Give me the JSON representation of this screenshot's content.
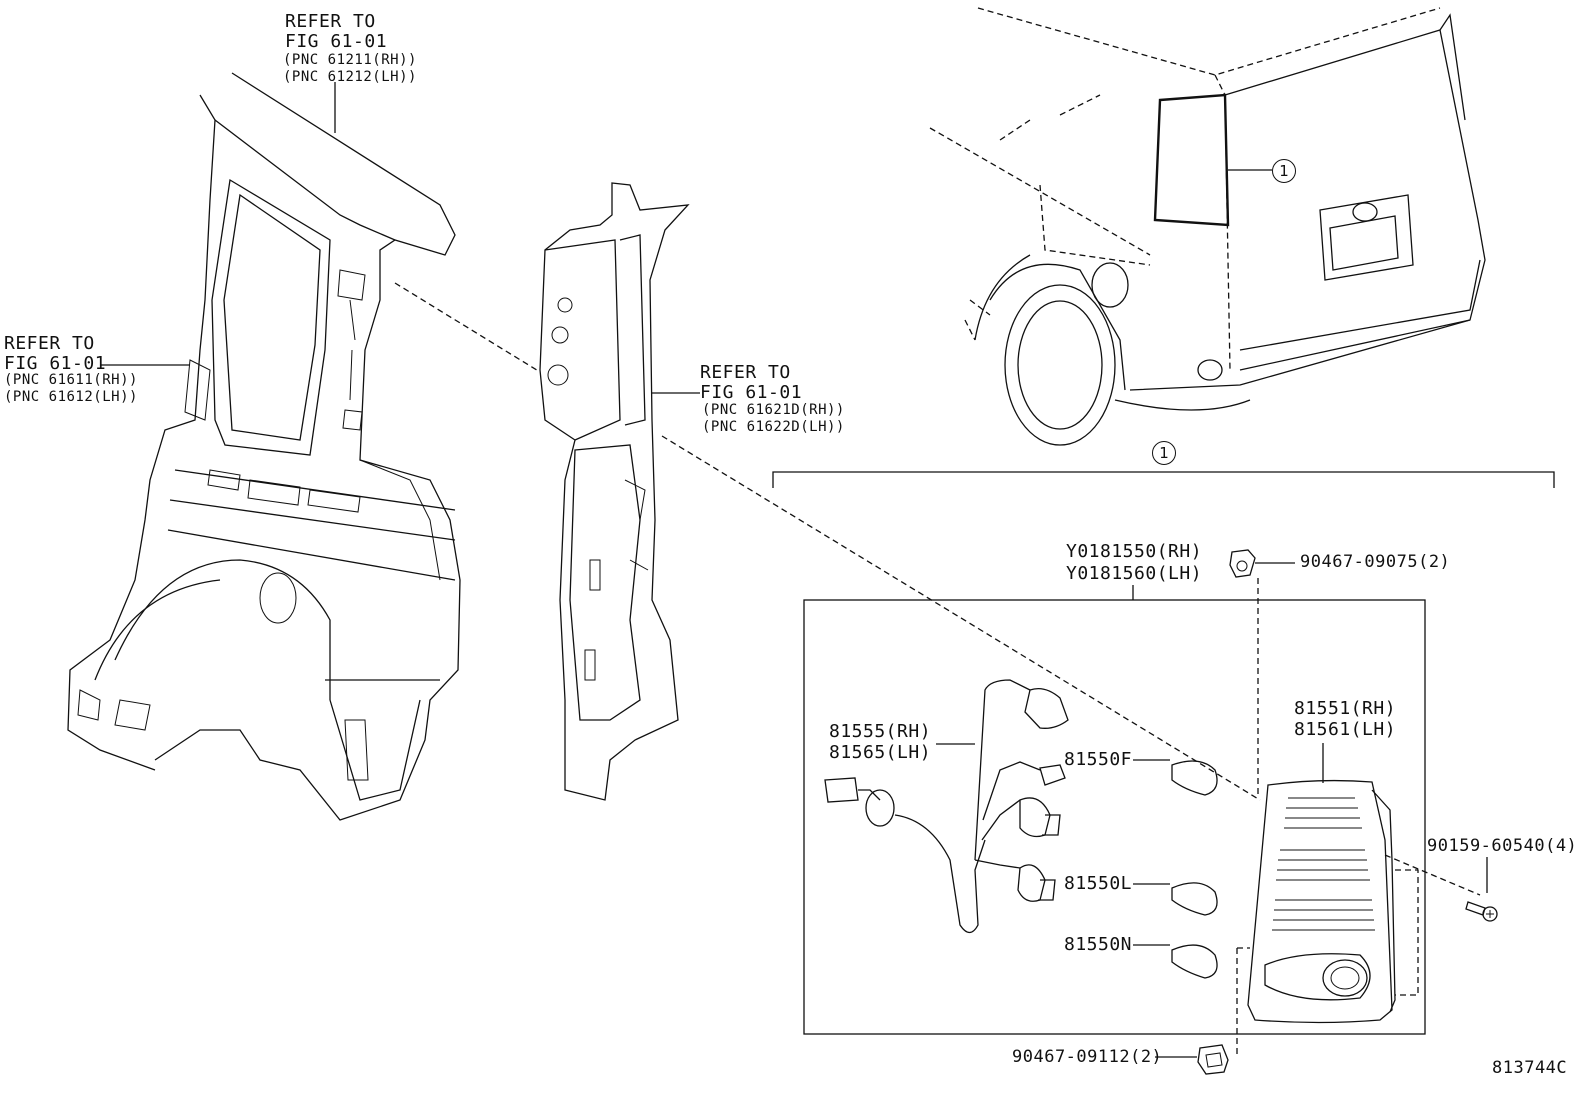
{
  "refs": {
    "roof": {
      "line1": "REFER TO",
      "line2": "FIG 61-01",
      "pnc_a": "(PNC 61211(RH))",
      "pnc_b": "(PNC 61212(LH))"
    },
    "quarter": {
      "line1": "REFER TO",
      "line2": "FIG 61-01",
      "pnc_a": "(PNC 61611(RH))",
      "pnc_b": "(PNC 61612(LH))"
    },
    "pillar": {
      "line1": "REFER TO",
      "line2": "FIG 61-01",
      "pnc_a": "(PNC 61621D(RH))",
      "pnc_b": "(PNC 61622D(LH))"
    }
  },
  "callouts": {
    "vehicle_marker": "1",
    "group_marker": "1"
  },
  "parts": {
    "assembly_rh": "Y0181550(RH)",
    "assembly_lh": "Y0181560(LH)",
    "clip_top": "90467-09075(2)",
    "lens_rh": "81551(RH)",
    "lens_lh": "81561(LH)",
    "socket_rh": "81555(RH)",
    "socket_lh": "81565(LH)",
    "bulb_f": "81550F",
    "bulb_l": "81550L",
    "bulb_n": "81550N",
    "screw": "90159-60540(4)",
    "clip_bottom": "90467-09112(2)"
  },
  "diagram_id": "813744C"
}
